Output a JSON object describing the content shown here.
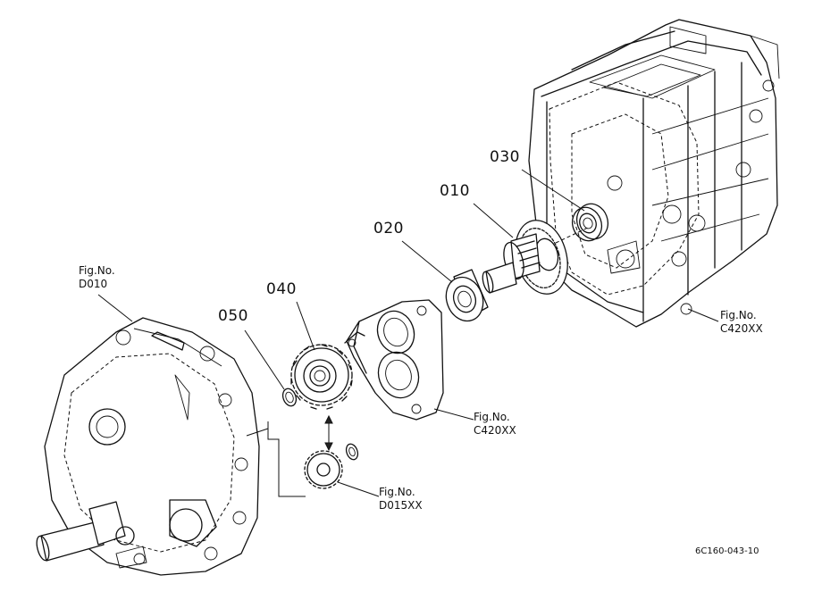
{
  "callouts": {
    "p010": "010",
    "p020": "020",
    "p030": "030",
    "p040": "040",
    "p050": "050"
  },
  "figure_refs": {
    "d010": {
      "line1": "Fig.No.",
      "line2": "D010"
    },
    "c420_top": {
      "line1": "Fig.No.",
      "line2": "C420XX"
    },
    "c420_mid": {
      "line1": "Fig.No.",
      "line2": "C420XX"
    },
    "d015": {
      "line1": "Fig.No.",
      "line2": "D015XX"
    }
  },
  "drawing_code": "6C160-043-10"
}
